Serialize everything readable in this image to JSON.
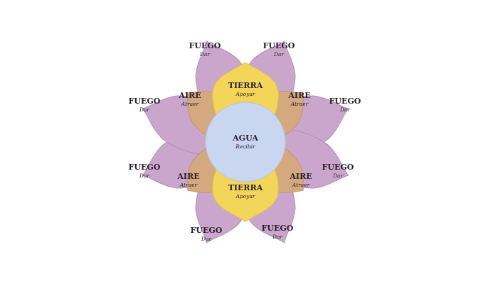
{
  "elements": {
    "water": {
      "name": "AGUA",
      "verb": "Recibir"
    },
    "earth": {
      "name": "TIERRA",
      "verb": "Apoyar"
    },
    "air": {
      "name": "AIRE",
      "verb": "Atraer"
    },
    "fire": {
      "name": "FUEGO",
      "verb": "Dar"
    }
  },
  "colors": {
    "fire": "#caa6cc",
    "air": "#d4a97f",
    "earth": "#f3d55a",
    "water": "#c9d6ef"
  }
}
